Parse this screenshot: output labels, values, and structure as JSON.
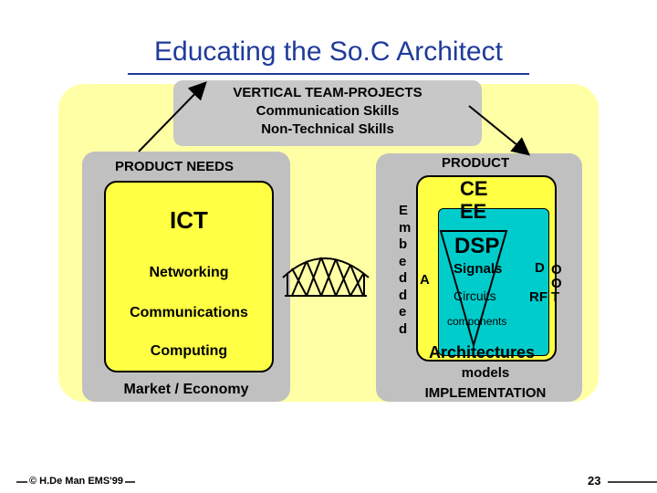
{
  "title": "Educating the So.C Architect",
  "top_box": {
    "line1": "VERTICAL TEAM-PROJECTS",
    "line2": "Communication Skills",
    "line3": "Non-Technical Skills"
  },
  "left": {
    "header": "PRODUCT  NEEDS",
    "ict": "ICT",
    "item1": "Networking",
    "item2": "Communications",
    "item3": "Computing",
    "footer": "Market  /  Economy"
  },
  "right": {
    "header": "PRODUCT",
    "embedded": [
      "E",
      "m",
      "b",
      "e",
      "d",
      "d",
      "e",
      "d"
    ],
    "ce": "CE",
    "ee": "EE",
    "a": "A",
    "dsp": "DSP",
    "signals": "Signals",
    "circuits": "Circuits",
    "components": "components",
    "d": "D",
    "rf": "RF",
    "oot": [
      "O",
      "O",
      "T"
    ],
    "architectures": "Architectures",
    "models": "models",
    "implementation": "IMPLEMENTATION"
  },
  "footer": {
    "credit": "© H.De Man EMS'99",
    "page": "23"
  },
  "colors": {
    "title_blue": "#1f3b9b",
    "yellow_bg": "#ffffa6",
    "yellow_box": "#ffff44",
    "gray": "#c0c0c0",
    "teal": "#00cccc"
  }
}
